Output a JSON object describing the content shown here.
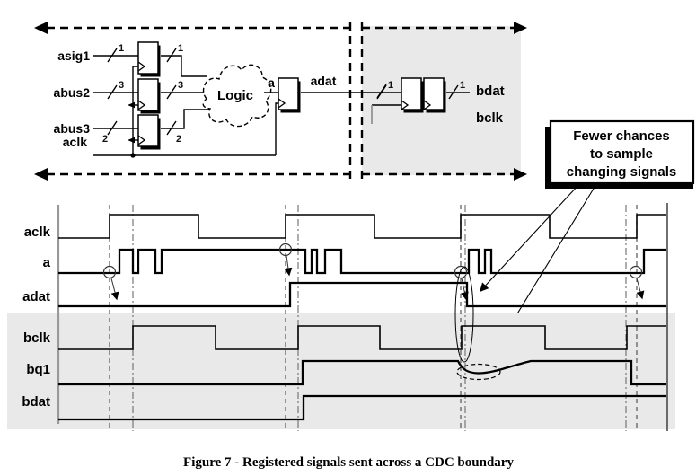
{
  "figure_caption": "Figure 7 - Registered signals sent across a CDC boundary",
  "colors": {
    "domain_shade": "#e9e9e9",
    "ink": "#000000"
  },
  "circuit": {
    "clock_domain_a": {
      "inputs": [
        {
          "label": "asig1",
          "width_in": "1",
          "width_out": "1"
        },
        {
          "label": "abus2",
          "width_in": "3",
          "width_out": "3"
        },
        {
          "label": "abus3",
          "width_in": "2",
          "width_out": "2"
        }
      ],
      "clock_label": "aclk",
      "cloud_label": "Logic",
      "net_label": "a",
      "output_label": "adat"
    },
    "clock_domain_b": {
      "width_in": "1",
      "width_out": "1",
      "output_label": "bdat",
      "clock_label": "bclk"
    }
  },
  "annotation_box": {
    "line1": "Fewer chances",
    "line2": "to sample",
    "line3": "changing signals"
  },
  "timing_diagram": {
    "row_labels": [
      "aclk",
      "a",
      "adat",
      "bclk",
      "bq1",
      "bdat"
    ],
    "signals": [
      {
        "name": "aclk",
        "type": "clock",
        "initial": 0,
        "transitions_x": [
          122,
          221,
          318,
          417,
          513,
          612,
          709
        ]
      },
      {
        "name": "a",
        "type": "data",
        "initial": 0,
        "transitions_x": [
          133,
          148,
          154,
          173,
          180,
          340,
          347,
          353,
          362,
          380,
          522,
          533,
          540,
          547,
          717
        ]
      },
      {
        "name": "adat",
        "type": "data",
        "initial": 0,
        "transitions_x": [
          323,
          520
        ]
      },
      {
        "name": "bclk",
        "type": "clock",
        "initial": 0,
        "transitions_x": [
          148,
          240,
          332,
          423,
          514,
          607,
          698
        ]
      },
      {
        "name": "bq1",
        "type": "data",
        "initial": 0,
        "transitions_x": [
          337,
          703
        ],
        "metastable_region_x": [
          511,
          592
        ]
      },
      {
        "name": "bdat",
        "type": "data",
        "initial": 0,
        "transitions_x": [
          338
        ]
      }
    ],
    "sample_markers_on_a_x": [
      122,
      318,
      513,
      708
    ],
    "aclk_edge_guides_x": [
      122,
      318,
      513,
      709
    ],
    "bclk_edge_guides_x": [
      148,
      332,
      518,
      697
    ]
  }
}
